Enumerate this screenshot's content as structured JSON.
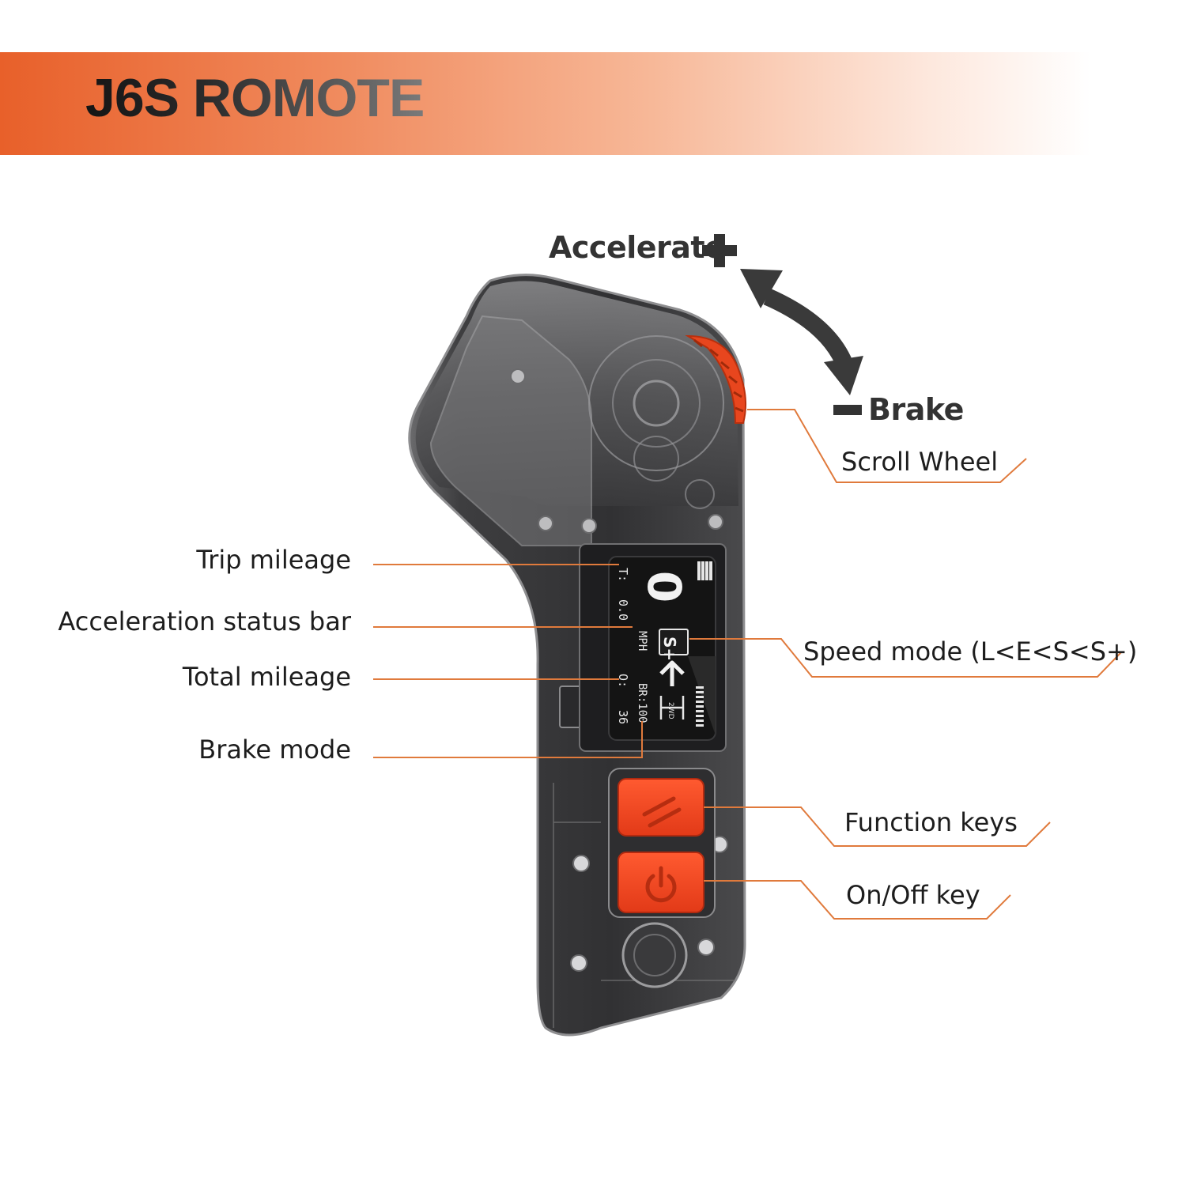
{
  "title": "J6S ROMOTE",
  "controls": {
    "accelerate": "Accelerate",
    "brake": "Brake"
  },
  "labels": {
    "scroll_wheel": "Scroll Wheel",
    "trip_mileage": "Trip mileage",
    "acceleration_status_bar": "Acceleration status bar",
    "total_mileage": "Total mileage",
    "brake_mode": "Brake mode",
    "speed_mode": "Speed mode (L<E<S<S+)",
    "function_keys": "Function keys",
    "onoff_key": "On/Off key"
  },
  "display": {
    "speed": "0",
    "unit": "MPH",
    "trip_prefix": "T:",
    "trip_value": "0.0",
    "total_prefix": "O:",
    "total_value": "36",
    "brake_mode": "BR:100",
    "speed_mode": "S+",
    "gear_text": "2WD"
  },
  "colors": {
    "accent": "#e8602a",
    "button": "#f04a25",
    "leader_line": "#e07a3c",
    "body": "#3a3a3c",
    "screen": "#141414"
  },
  "icons": [
    "plus-icon",
    "minus-icon",
    "double-arrow-icon",
    "power-icon",
    "function-icon",
    "arrow-up-icon"
  ]
}
